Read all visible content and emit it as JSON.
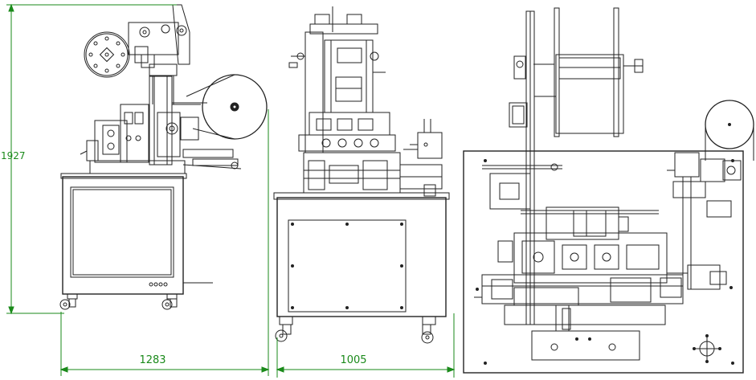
{
  "dimensions": {
    "height_label": "1927",
    "front_width_label": "1283",
    "side_width_label": "1005"
  },
  "colors": {
    "line": "#222222",
    "dimension": "#1a8a1a",
    "background": "#ffffff"
  }
}
